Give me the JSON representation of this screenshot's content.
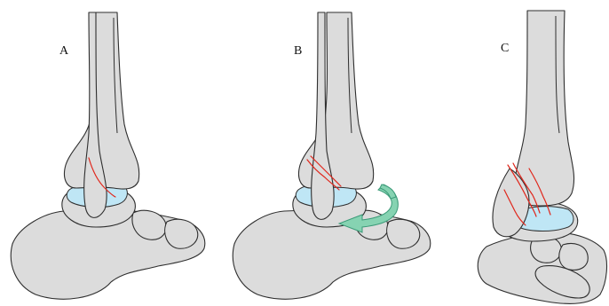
{
  "panels": [
    {
      "label": "A"
    },
    {
      "label": "B"
    },
    {
      "label": "C"
    }
  ],
  "colors": {
    "bone_fill": "#dcdcdc",
    "bone_outline": "#2e2e2e",
    "fracture_line": "#e0261b",
    "joint_cartilage": "#bfe6f5",
    "rotation_arrow_fill": "#86d3b2",
    "rotation_arrow_outline": "#3b9a78"
  }
}
